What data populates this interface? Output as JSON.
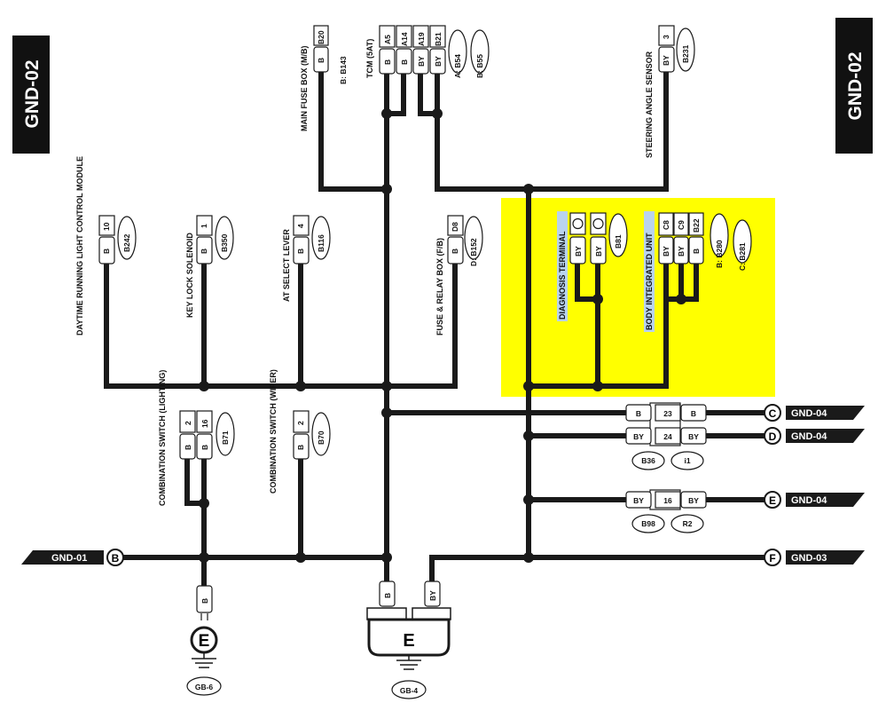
{
  "page": {
    "tab_left": "GND-02",
    "tab_right": "GND-02"
  },
  "components": {
    "main_fuse": {
      "name": "MAIN FUSE BOX (M/B)",
      "conn": "B20",
      "wire": "B",
      "ref": "B: B143"
    },
    "tcm": {
      "name": "TCM (5AT)",
      "conns": [
        "A5",
        "A14",
        "A19",
        "B21"
      ],
      "wires": [
        "B",
        "B",
        "BY",
        "BY"
      ],
      "refs": [
        "A: B54",
        "B: B55"
      ]
    },
    "steering": {
      "name": "STEERING ANGLE SENSOR",
      "conn": "3",
      "wire": "BY",
      "ref": "B231"
    },
    "drl": {
      "name": "DAYTIME RUNNING LIGHT CONTROL MODULE",
      "conn": "10",
      "wire": "B",
      "ref": "B242"
    },
    "key_lock": {
      "name": "KEY LOCK SOLENOID",
      "conn": "1",
      "wire": "B",
      "ref": "B350"
    },
    "at_select": {
      "name": "AT SELECT LEVER",
      "conn": "4",
      "wire": "B",
      "ref": "B116"
    },
    "fuse_relay": {
      "name": "FUSE & RELAY BOX (F/B)",
      "conn": "D8",
      "wire": "B",
      "ref": "D: B152"
    },
    "diag": {
      "name": "DIAGNOSIS TERMINAL",
      "wires": [
        "BY",
        "BY"
      ],
      "ref": "B81"
    },
    "biu": {
      "name": "BODY INTEGRATED UNIT",
      "conns": [
        "C8",
        "C9",
        "B22"
      ],
      "wires": [
        "BY",
        "BY",
        "B"
      ],
      "refs": [
        "B: B280",
        "C: B281"
      ]
    },
    "comb_light": {
      "name": "COMBINATION SWITCH (LIGHTING)",
      "conns": [
        "2",
        "16"
      ],
      "wires": [
        "B",
        "B"
      ],
      "ref": "B71"
    },
    "comb_wiper": {
      "name": "COMBINATION SWITCH (WIPER)",
      "conn": "2",
      "wire": "B",
      "ref": "B70"
    }
  },
  "connectors": {
    "c23": {
      "pin": "23",
      "wire_left": "B",
      "wire_right": "B"
    },
    "c24": {
      "pin": "24",
      "wire_left": "BY",
      "wire_right": "BY",
      "refs": [
        "B36",
        "i1"
      ]
    },
    "c16": {
      "pin": "16",
      "wire_left": "BY",
      "wire_right": "BY",
      "refs": [
        "B98",
        "R2"
      ]
    }
  },
  "offpage": [
    {
      "letter": "C",
      "label": "GND-04"
    },
    {
      "letter": "D",
      "label": "GND-04"
    },
    {
      "letter": "E",
      "label": "GND-04"
    },
    {
      "letter": "F",
      "label": "GND-03"
    },
    {
      "letter": "B",
      "label": "GND-01"
    }
  ],
  "grounds": {
    "gb6": {
      "symbol": "E",
      "wire": "B",
      "label": "GB-6"
    },
    "gb4": {
      "symbol": "E",
      "wires": [
        "B",
        "BY"
      ],
      "label": "GB-4"
    }
  }
}
